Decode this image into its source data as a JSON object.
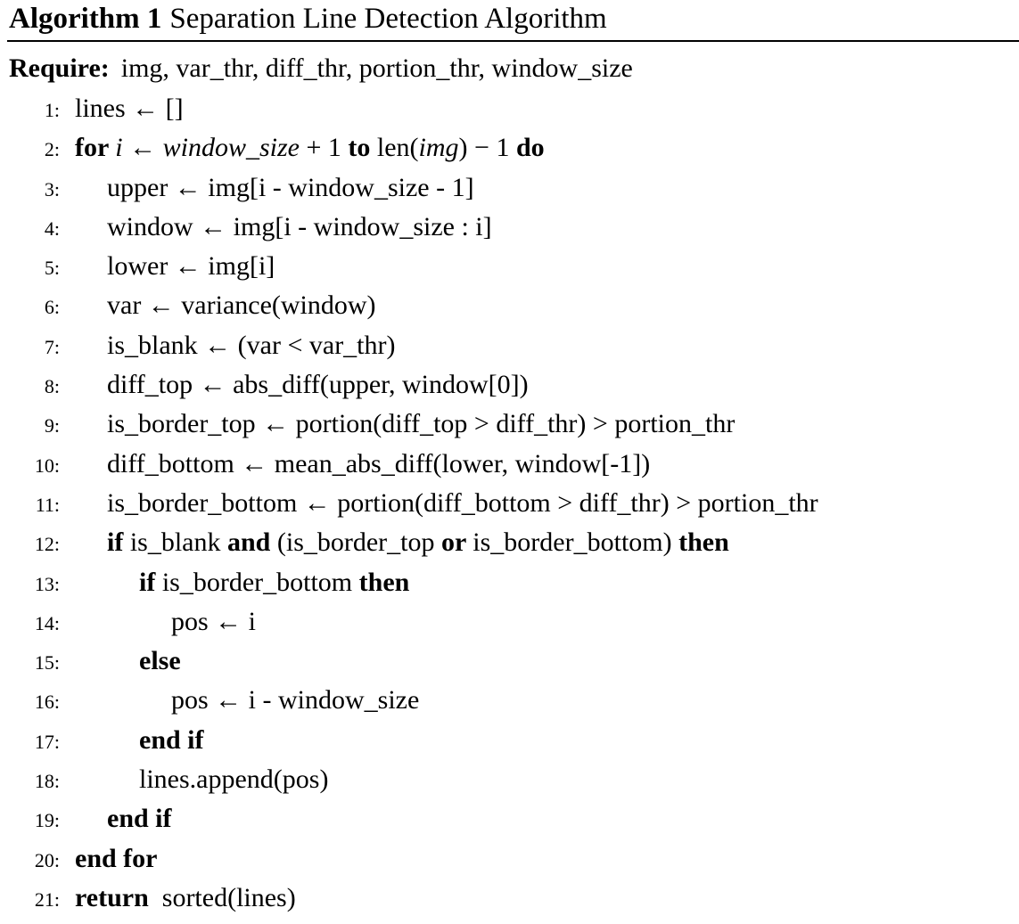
{
  "title": {
    "label": "Algorithm 1",
    "text": "Separation Line Detection Algorithm"
  },
  "require": {
    "label": "Require:",
    "args": "img, var_thr, diff_thr, portion_thr, window_size"
  },
  "colors": {
    "background": "#ffffff",
    "text": "#000000",
    "rule": "#000000"
  },
  "lines": [
    {
      "num": "1",
      "indent": 0,
      "segments": [
        {
          "text": "lines ← []"
        }
      ]
    },
    {
      "num": "2",
      "indent": 0,
      "segments": [
        {
          "text": "for ",
          "bold": true
        },
        {
          "text": "i",
          "italic": true
        },
        {
          "text": " ← "
        },
        {
          "text": "window_size",
          "italic": true
        },
        {
          "text": " + 1 "
        },
        {
          "text": "to",
          "bold": true
        },
        {
          "text": " len("
        },
        {
          "text": "img",
          "italic": true
        },
        {
          "text": ") − 1 "
        },
        {
          "text": "do",
          "bold": true
        }
      ]
    },
    {
      "num": "3",
      "indent": 1,
      "segments": [
        {
          "text": "upper ← img[i - window_size - 1]"
        }
      ]
    },
    {
      "num": "4",
      "indent": 1,
      "segments": [
        {
          "text": "window ← img[i - window_size : i]"
        }
      ]
    },
    {
      "num": "5",
      "indent": 1,
      "segments": [
        {
          "text": "lower ← img[i]"
        }
      ]
    },
    {
      "num": "6",
      "indent": 1,
      "segments": [
        {
          "text": "var ← variance(window)"
        }
      ]
    },
    {
      "num": "7",
      "indent": 1,
      "segments": [
        {
          "text": "is_blank ← (var < var_thr)"
        }
      ]
    },
    {
      "num": "8",
      "indent": 1,
      "segments": [
        {
          "text": "diff_top ← abs_diff(upper, window[0])"
        }
      ]
    },
    {
      "num": "9",
      "indent": 1,
      "segments": [
        {
          "text": "is_border_top ← portion(diff_top > diff_thr) > portion_thr"
        }
      ]
    },
    {
      "num": "10",
      "indent": 1,
      "segments": [
        {
          "text": "diff_bottom ← mean_abs_diff(lower, window[-1])"
        }
      ]
    },
    {
      "num": "11",
      "indent": 1,
      "segments": [
        {
          "text": "is_border_bottom ← portion(diff_bottom > diff_thr) > portion_thr"
        }
      ]
    },
    {
      "num": "12",
      "indent": 1,
      "segments": [
        {
          "text": "if ",
          "bold": true
        },
        {
          "text": "is_blank "
        },
        {
          "text": "and ",
          "bold": true
        },
        {
          "text": "(is_border_top "
        },
        {
          "text": "or ",
          "bold": true
        },
        {
          "text": "is_border_bottom) "
        },
        {
          "text": "then",
          "bold": true
        }
      ]
    },
    {
      "num": "13",
      "indent": 2,
      "segments": [
        {
          "text": "if ",
          "bold": true
        },
        {
          "text": "is_border_bottom "
        },
        {
          "text": "then",
          "bold": true
        }
      ]
    },
    {
      "num": "14",
      "indent": 3,
      "segments": [
        {
          "text": "pos ← i"
        }
      ]
    },
    {
      "num": "15",
      "indent": 2,
      "segments": [
        {
          "text": "else",
          "bold": true
        }
      ]
    },
    {
      "num": "16",
      "indent": 3,
      "segments": [
        {
          "text": "pos ← i - window_size"
        }
      ]
    },
    {
      "num": "17",
      "indent": 2,
      "segments": [
        {
          "text": "end if",
          "bold": true
        }
      ]
    },
    {
      "num": "18",
      "indent": 2,
      "segments": [
        {
          "text": "lines.append(pos)"
        }
      ]
    },
    {
      "num": "19",
      "indent": 1,
      "segments": [
        {
          "text": "end if",
          "bold": true
        }
      ]
    },
    {
      "num": "20",
      "indent": 0,
      "segments": [
        {
          "text": "end for",
          "bold": true
        }
      ]
    },
    {
      "num": "21",
      "indent": 0,
      "segments": [
        {
          "text": "return",
          "bold": true
        },
        {
          "text": "  sorted(lines)"
        }
      ]
    }
  ]
}
